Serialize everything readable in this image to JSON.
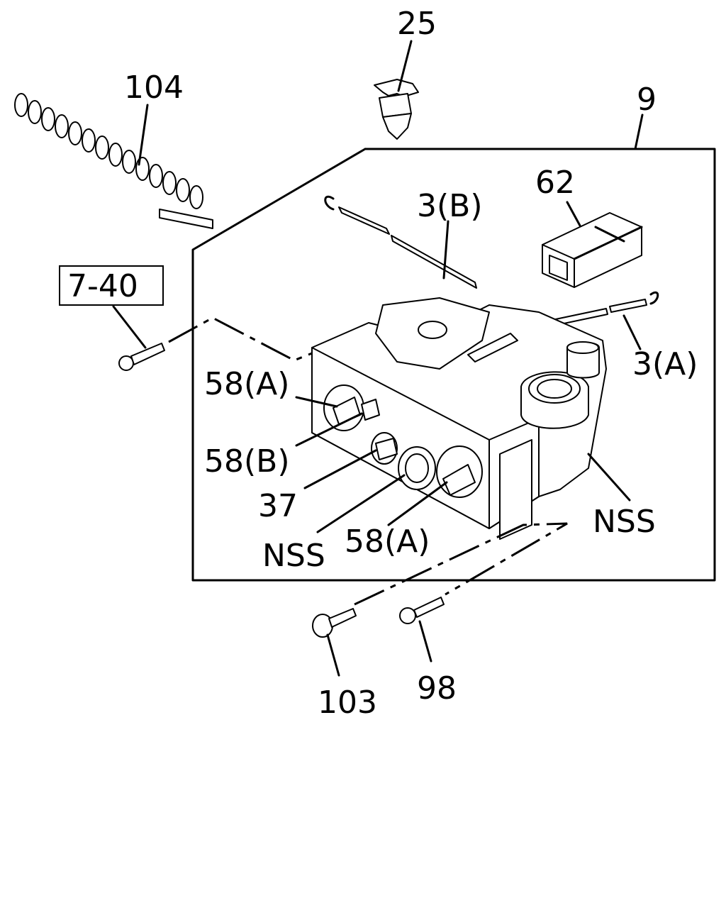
{
  "diagram": {
    "labels": {
      "part_25": "25",
      "part_104": "104",
      "part_9": "9",
      "part_62": "62",
      "part_3b": "3(B)",
      "part_7_40": "7-40",
      "part_3a": "3(A)",
      "part_58a_top": "58(A)",
      "part_58b": "58(B)",
      "part_37": "37",
      "part_nss_left": "NSS",
      "part_58a_bottom": "58(A)",
      "part_nss_right": "NSS",
      "part_103": "103",
      "part_98": "98"
    }
  }
}
